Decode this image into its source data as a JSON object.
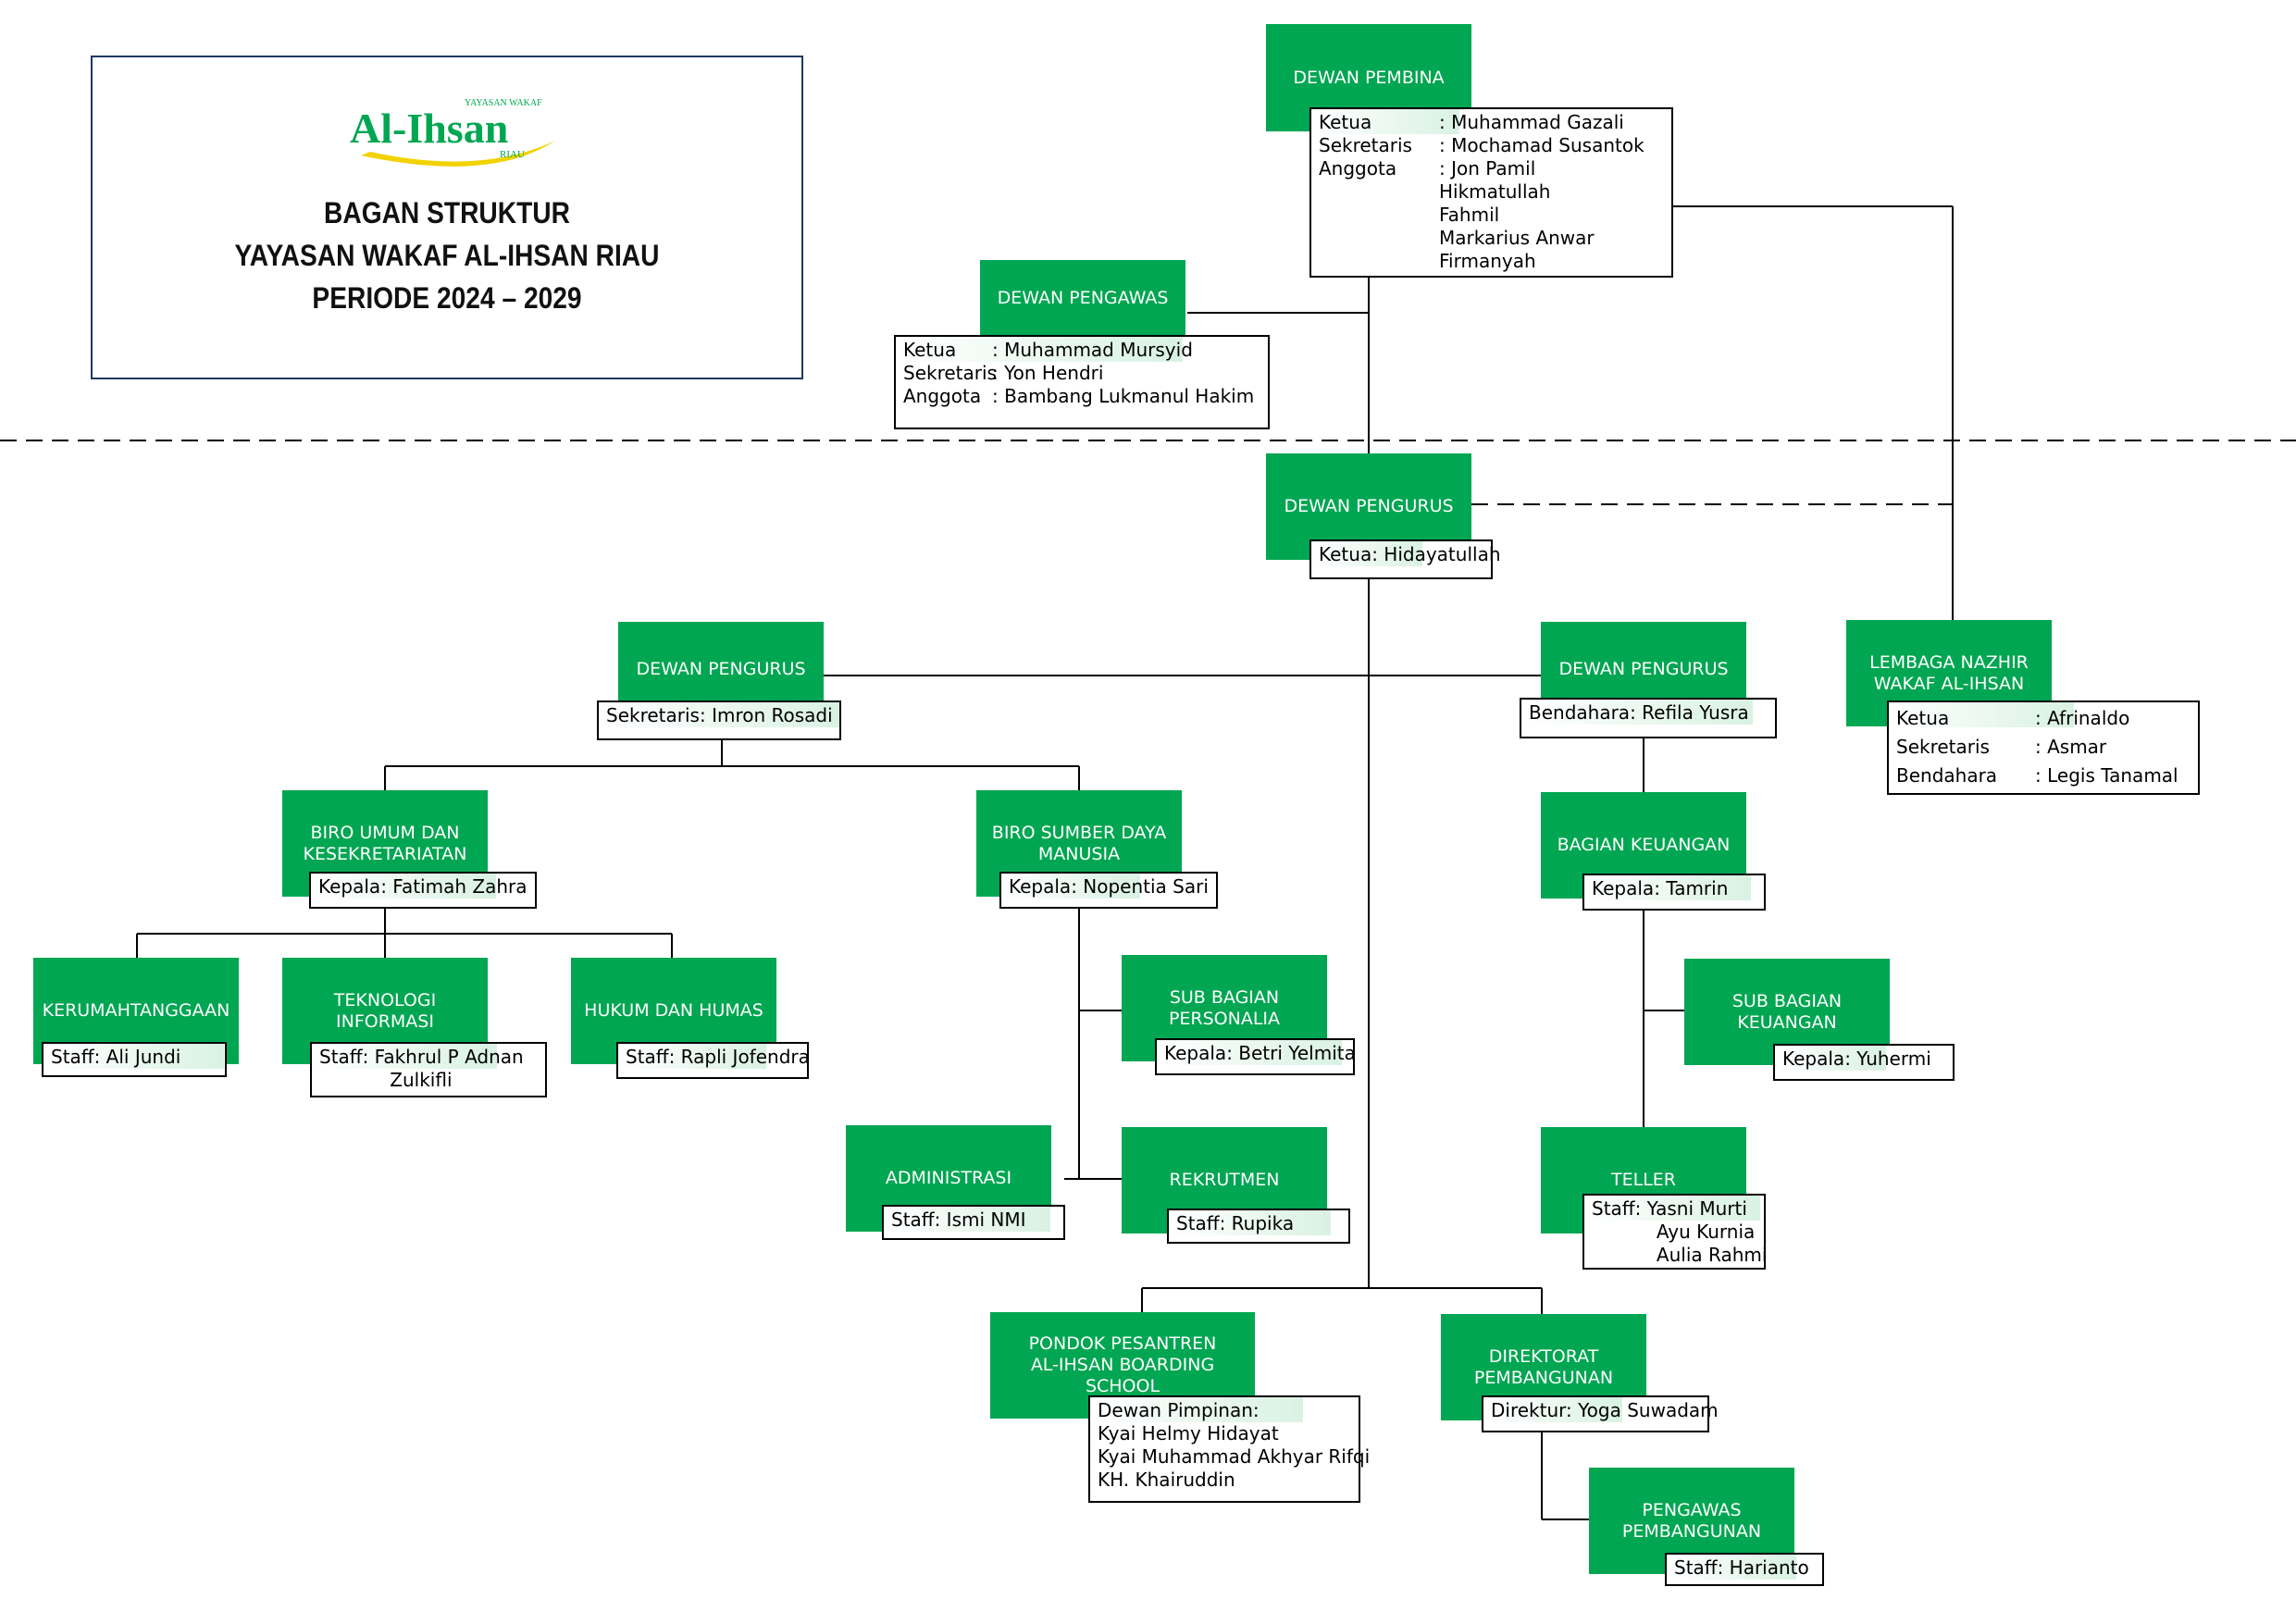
{
  "header": {
    "logo": {
      "small_text": "YAYASAN WAKAF",
      "main_text": "Al-Ihsan",
      "sub_text": "RIAU",
      "color": "#00a651",
      "swoosh_color": "#f2d200"
    },
    "title_lines": [
      "BAGAN STRUKTUR",
      "YAYASAN WAKAF AL-IHSAN RIAU",
      "PERIODE 2024 – 2029"
    ]
  },
  "colors": {
    "unit_fill": "#00a651",
    "unit_text": "#ffffff",
    "info_border": "#000000",
    "title_border": "#1f3864"
  },
  "units": {
    "dewan_pembina": {
      "name": [
        "DEWAN PEMBINA"
      ],
      "rows": [
        {
          "k": "Ketua",
          "v": ": Muhammad Gazali"
        },
        {
          "k": "Sekretaris",
          "v": ": Mochamad Susantok"
        },
        {
          "k": "Anggota",
          "v": ": Jon Pamil"
        },
        {
          "k": "",
          "v": "Hikmatullah"
        },
        {
          "k": "",
          "v": "Fahmil"
        },
        {
          "k": "",
          "v": "Markarius Anwar"
        },
        {
          "k": "",
          "v": "Firmanyah"
        }
      ]
    },
    "dewan_pengawas": {
      "name": [
        "DEWAN PENGAWAS"
      ],
      "rows": [
        {
          "k": "Ketua",
          "v": ": Muhammad Mursyid"
        },
        {
          "k": "Sekretaris",
          "v": ": Yon Hendri"
        },
        {
          "k": "Anggota",
          "v": ": Bambang Lukmanul Hakim"
        }
      ]
    },
    "dewan_pengurus_ketua": {
      "name": [
        "DEWAN PENGURUS"
      ],
      "rows": [
        {
          "k": "",
          "v": "Ketua: Hidayatullah"
        }
      ]
    },
    "dewan_pengurus_sekretaris": {
      "name": [
        "DEWAN PENGURUS"
      ],
      "rows": [
        {
          "k": "",
          "v": "Sekretaris: Imron Rosadi"
        }
      ]
    },
    "dewan_pengurus_bendahara": {
      "name": [
        "DEWAN PENGURUS"
      ],
      "rows": [
        {
          "k": "",
          "v": "Bendahara: Refila Yusra"
        }
      ]
    },
    "lembaga_nazhir": {
      "name": [
        "LEMBAGA NAZHIR",
        "WAKAF AL-IHSAN"
      ],
      "rows": [
        {
          "k": "Ketua",
          "v": ": Afrinaldo"
        },
        {
          "k": "Sekretaris",
          "v": ": Asmar"
        },
        {
          "k": "Bendahara",
          "v": ": Legis Tanamal"
        }
      ]
    },
    "biro_umum": {
      "name": [
        "BIRO UMUM DAN",
        "KESEKRETARIATAN"
      ],
      "rows": [
        {
          "k": "",
          "v": "Kepala: Fatimah Zahra"
        }
      ]
    },
    "biro_sdm": {
      "name": [
        "BIRO SUMBER DAYA",
        "MANUSIA"
      ],
      "rows": [
        {
          "k": "",
          "v": "Kepala: Nopentia Sari"
        }
      ]
    },
    "bagian_keuangan": {
      "name": [
        "BAGIAN KEUANGAN"
      ],
      "rows": [
        {
          "k": "",
          "v": "Kepala: Tamrin"
        }
      ]
    },
    "kerumahtanggaan": {
      "name": [
        "KERUMAHTANGGAAN"
      ],
      "rows": [
        {
          "k": "",
          "v": "Staff: Ali Jundi"
        }
      ]
    },
    "teknologi_informasi": {
      "name": [
        "TEKNOLOGI",
        "INFORMASI"
      ],
      "rows": [
        {
          "k": "",
          "v": "Staff: Fakhrul P Adnan"
        },
        {
          "k": "",
          "v": "            Zulkifli"
        }
      ]
    },
    "hukum_humas": {
      "name": [
        "HUKUM DAN HUMAS"
      ],
      "rows": [
        {
          "k": "",
          "v": "Staff: Rapli Jofendra"
        }
      ]
    },
    "sub_bagian_personalia": {
      "name": [
        "SUB BAGIAN",
        "PERSONALIA"
      ],
      "rows": [
        {
          "k": "",
          "v": "Kepala: Betri Yelmita"
        }
      ]
    },
    "sub_bagian_keuangan": {
      "name": [
        "SUB BAGIAN",
        "KEUANGAN"
      ],
      "rows": [
        {
          "k": "",
          "v": "Kepala: Yuhermi"
        }
      ]
    },
    "administrasi": {
      "name": [
        "ADMINISTRASI"
      ],
      "rows": [
        {
          "k": "",
          "v": "Staff: Ismi NMI"
        }
      ]
    },
    "rekrutmen": {
      "name": [
        "REKRUTMEN"
      ],
      "rows": [
        {
          "k": "",
          "v": "Staff: Rupika"
        }
      ]
    },
    "teller": {
      "name": [
        "TELLER"
      ],
      "rows": [
        {
          "k": "",
          "v": "Staff: Yasni Murti"
        },
        {
          "k": "",
          "v": "           Ayu Kurnia"
        },
        {
          "k": "",
          "v": "           Aulia Rahmi"
        }
      ]
    },
    "pondok_pesantren": {
      "name": [
        "PONDOK PESANTREN",
        "AL-IHSAN BOARDING SCHOOL"
      ],
      "rows": [
        {
          "k": "",
          "v": "Dewan Pimpinan:"
        },
        {
          "k": "",
          "v": "Kyai Helmy Hidayat"
        },
        {
          "k": "",
          "v": "Kyai Muhammad Akhyar Rifqi"
        },
        {
          "k": "",
          "v": "KH. Khairuddin"
        }
      ]
    },
    "direktorat_pembangunan": {
      "name": [
        "DIREKTORAT",
        "PEMBANGUNAN"
      ],
      "rows": [
        {
          "k": "",
          "v": "Direktur: Yoga Suwadam"
        }
      ]
    },
    "pengawas_pembangunan": {
      "name": [
        "PENGAWAS",
        "PEMBANGUNAN"
      ],
      "rows": [
        {
          "k": "",
          "v": "Staff: Harianto"
        }
      ]
    }
  }
}
